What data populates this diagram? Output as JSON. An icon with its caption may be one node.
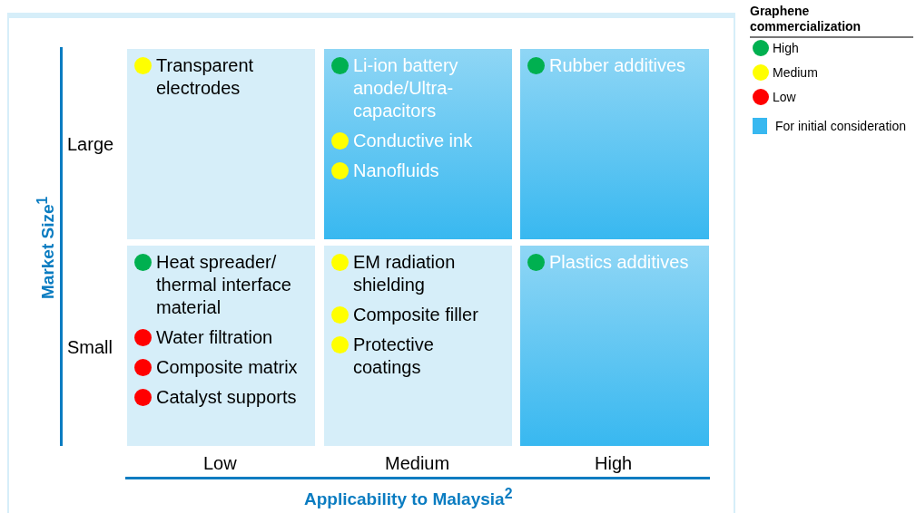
{
  "diagram": {
    "nodes": [
      {
        "text": [
          "Transparent electrodes"
        ]
      },
      {
        "text": [
          "Li-ion battery anode/Ultra-capacitors",
          "Conductive ink",
          "Nanofluids"
        ]
      },
      {
        "text": [
          "Rubber additives"
        ]
      },
      {
        "text": [
          "Heat spreader/ thermal interface material",
          "Water filtration",
          "Composite matrix",
          "Catalyst supports"
        ]
      },
      {
        "text": [
          "EM radiation shielding",
          "Composite filler",
          "Protective coatings"
        ]
      },
      {
        "text": [
          "Plastics additives"
        ]
      }
    ],
    "labels": [
      "Graphene commercialization",
      "Large",
      "Small",
      "Market Size$^{1}$",
      "Low",
      "Medium",
      "High",
      "Applicability to Malaysia$^{2}$"
    ],
    "legend": [
      {
        "text": "High",
        "color": "#00b050"
      },
      {
        "text": "Medium",
        "color": "#ffff00"
      },
      {
        "text": "Low",
        "color": "#ff0000"
      },
      {
        "text": "For initial consideration",
        "color": "#38b8f0"
      }
    ]
  }
}
